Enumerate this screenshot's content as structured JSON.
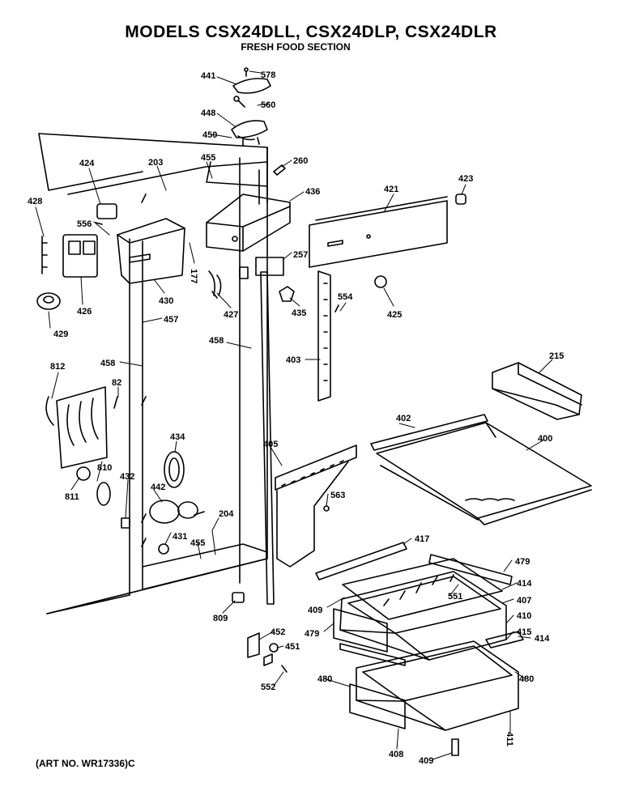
{
  "header": {
    "title": "MODELS CSX24DLL, CSX24DLP, CSX24DLR",
    "subtitle": "FRESH FOOD SECTION"
  },
  "footer": {
    "art_number": "(ART NO. WR17336)C"
  },
  "parts": [
    {
      "key": "p441",
      "label": "441"
    },
    {
      "key": "p578",
      "label": "578"
    },
    {
      "key": "p448",
      "label": "448"
    },
    {
      "key": "p560",
      "label": "560"
    },
    {
      "key": "p450",
      "label": "450"
    },
    {
      "key": "p424",
      "label": "424"
    },
    {
      "key": "p203",
      "label": "203"
    },
    {
      "key": "p455a",
      "label": "455"
    },
    {
      "key": "p260",
      "label": "260"
    },
    {
      "key": "p436",
      "label": "436"
    },
    {
      "key": "p421",
      "label": "421"
    },
    {
      "key": "p423",
      "label": "423"
    },
    {
      "key": "p428",
      "label": "428"
    },
    {
      "key": "p556",
      "label": "556"
    },
    {
      "key": "p177",
      "label": "177"
    },
    {
      "key": "p257",
      "label": "257"
    },
    {
      "key": "p426",
      "label": "426"
    },
    {
      "key": "p430",
      "label": "430"
    },
    {
      "key": "p427",
      "label": "427"
    },
    {
      "key": "p435",
      "label": "435"
    },
    {
      "key": "p554",
      "label": "554"
    },
    {
      "key": "p425",
      "label": "425"
    },
    {
      "key": "p429",
      "label": "429"
    },
    {
      "key": "p457",
      "label": "457"
    },
    {
      "key": "p458a",
      "label": "458"
    },
    {
      "key": "p403",
      "label": "403"
    },
    {
      "key": "p812",
      "label": "812"
    },
    {
      "key": "p458b",
      "label": "458"
    },
    {
      "key": "p82",
      "label": "82"
    },
    {
      "key": "p215",
      "label": "215"
    },
    {
      "key": "p402",
      "label": "402"
    },
    {
      "key": "p400",
      "label": "400"
    },
    {
      "key": "p434",
      "label": "434"
    },
    {
      "key": "p810",
      "label": "810"
    },
    {
      "key": "p405",
      "label": "405"
    },
    {
      "key": "p432",
      "label": "432"
    },
    {
      "key": "p442",
      "label": "442"
    },
    {
      "key": "p811",
      "label": "811"
    },
    {
      "key": "p563",
      "label": "563"
    },
    {
      "key": "p204",
      "label": "204"
    },
    {
      "key": "p431",
      "label": "431"
    },
    {
      "key": "p455b",
      "label": "455"
    },
    {
      "key": "p417",
      "label": "417"
    },
    {
      "key": "p479a",
      "label": "479"
    },
    {
      "key": "p414a",
      "label": "414"
    },
    {
      "key": "p551",
      "label": "551"
    },
    {
      "key": "p409a",
      "label": "409"
    },
    {
      "key": "p407",
      "label": "407"
    },
    {
      "key": "p809",
      "label": "809"
    },
    {
      "key": "p410",
      "label": "410"
    },
    {
      "key": "p479b",
      "label": "479"
    },
    {
      "key": "p415",
      "label": "415"
    },
    {
      "key": "p414b",
      "label": "414"
    },
    {
      "key": "p452",
      "label": "452"
    },
    {
      "key": "p451",
      "label": "451"
    },
    {
      "key": "p480a",
      "label": "480"
    },
    {
      "key": "p480b",
      "label": "480"
    },
    {
      "key": "p552",
      "label": "552"
    },
    {
      "key": "p408",
      "label": "408"
    },
    {
      "key": "p411",
      "label": "411"
    },
    {
      "key": "p409b",
      "label": "409"
    }
  ]
}
